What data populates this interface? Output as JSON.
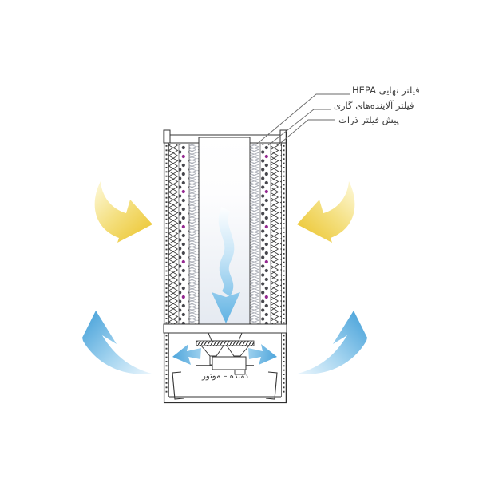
{
  "diagram": {
    "callouts": [
      {
        "id": "hepa-final-filter",
        "label": "فیلتر نهایی HEPA"
      },
      {
        "id": "gaseous-pollutant-filter",
        "label": "فیلتر آلاینده‌های گازی"
      },
      {
        "id": "particle-pre-filter",
        "label": "پیش فیلتر ذرات"
      }
    ],
    "motor_label": "دمنده – موتور",
    "colors": {
      "line": "#3a3a3a",
      "intake_arrow_yellow": "#edc93b",
      "clean_air_blue": "#57aadd",
      "carbon_dot": "#47474d",
      "carbon_dot_accent": "#93278f",
      "hepa_media_gray": "#a7abb4"
    },
    "airflow_arrows": [
      "intake-airflow-arrow-left",
      "intake-airflow-arrow-right",
      "internal-downflow-arrow",
      "blower-outflow-arrow-left",
      "blower-outflow-arrow-right",
      "exhaust-airflow-arrow-left",
      "exhaust-airflow-arrow-right"
    ]
  }
}
